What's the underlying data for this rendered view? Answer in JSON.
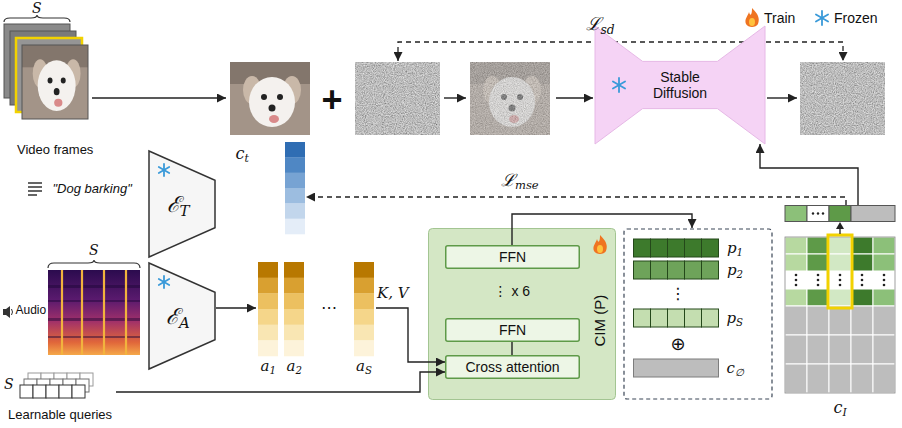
{
  "diagram": {
    "nodes": [
      {
        "text": [
          "Stable Diffusion"
        ]
      },
      {
        "text": [
          "ℰT"
        ]
      },
      {
        "text": [
          "ct"
        ]
      },
      {
        "text": [
          "ℰA"
        ]
      },
      {
        "text": [
          "a1"
        ]
      },
      {
        "text": [
          "a2"
        ]
      },
      {
        "text": [
          "aS"
        ]
      },
      {
        "text": [
          "CIM (P)",
          "⋮ x 6"
        ]
      },
      {
        "text": [
          "FFN"
        ],
        "in": 7
      },
      {
        "text": [
          "FFN"
        ],
        "in": 7
      },
      {
        "text": [
          "Cross attention"
        ],
        "in": 7
      },
      {
        "text": [
          "Learnable queries"
        ]
      },
      {
        "text": [
          "⋮",
          "⊕"
        ]
      },
      {
        "text": [
          "p1"
        ],
        "in": 12
      },
      {
        "text": [
          "p2"
        ],
        "in": 12
      },
      {
        "text": [
          "pS"
        ],
        "in": 12
      },
      {
        "text": [
          "c∅"
        ],
        "in": 12
      },
      {
        "text": [
          "cI"
        ]
      }
    ],
    "edges": [
      {
        "from": 3,
        "to": 4,
        "arrow": "to"
      },
      {
        "from": 6,
        "to": 10,
        "label": "K, V",
        "arrow": "to"
      },
      {
        "from": 11,
        "to": 10,
        "arrow": "to"
      },
      {
        "from": 10,
        "to": 9,
        "arrow": "none"
      },
      {
        "from": 8,
        "to": 12,
        "arrow": "to"
      },
      {
        "from": 17,
        "to": 0,
        "arrow": "to"
      },
      {
        "from": 17,
        "to": 2,
        "label": "ℒmse",
        "arrow": "to"
      }
    ],
    "labels": [
      "ℒsd",
      "S",
      "Video frames",
      "+",
      "\"Dog barking\"",
      "S",
      "Audio",
      "⋯",
      "S"
    ],
    "legend": [
      {
        "text": "Train"
      },
      {
        "text": "Frozen"
      }
    ]
  }
}
